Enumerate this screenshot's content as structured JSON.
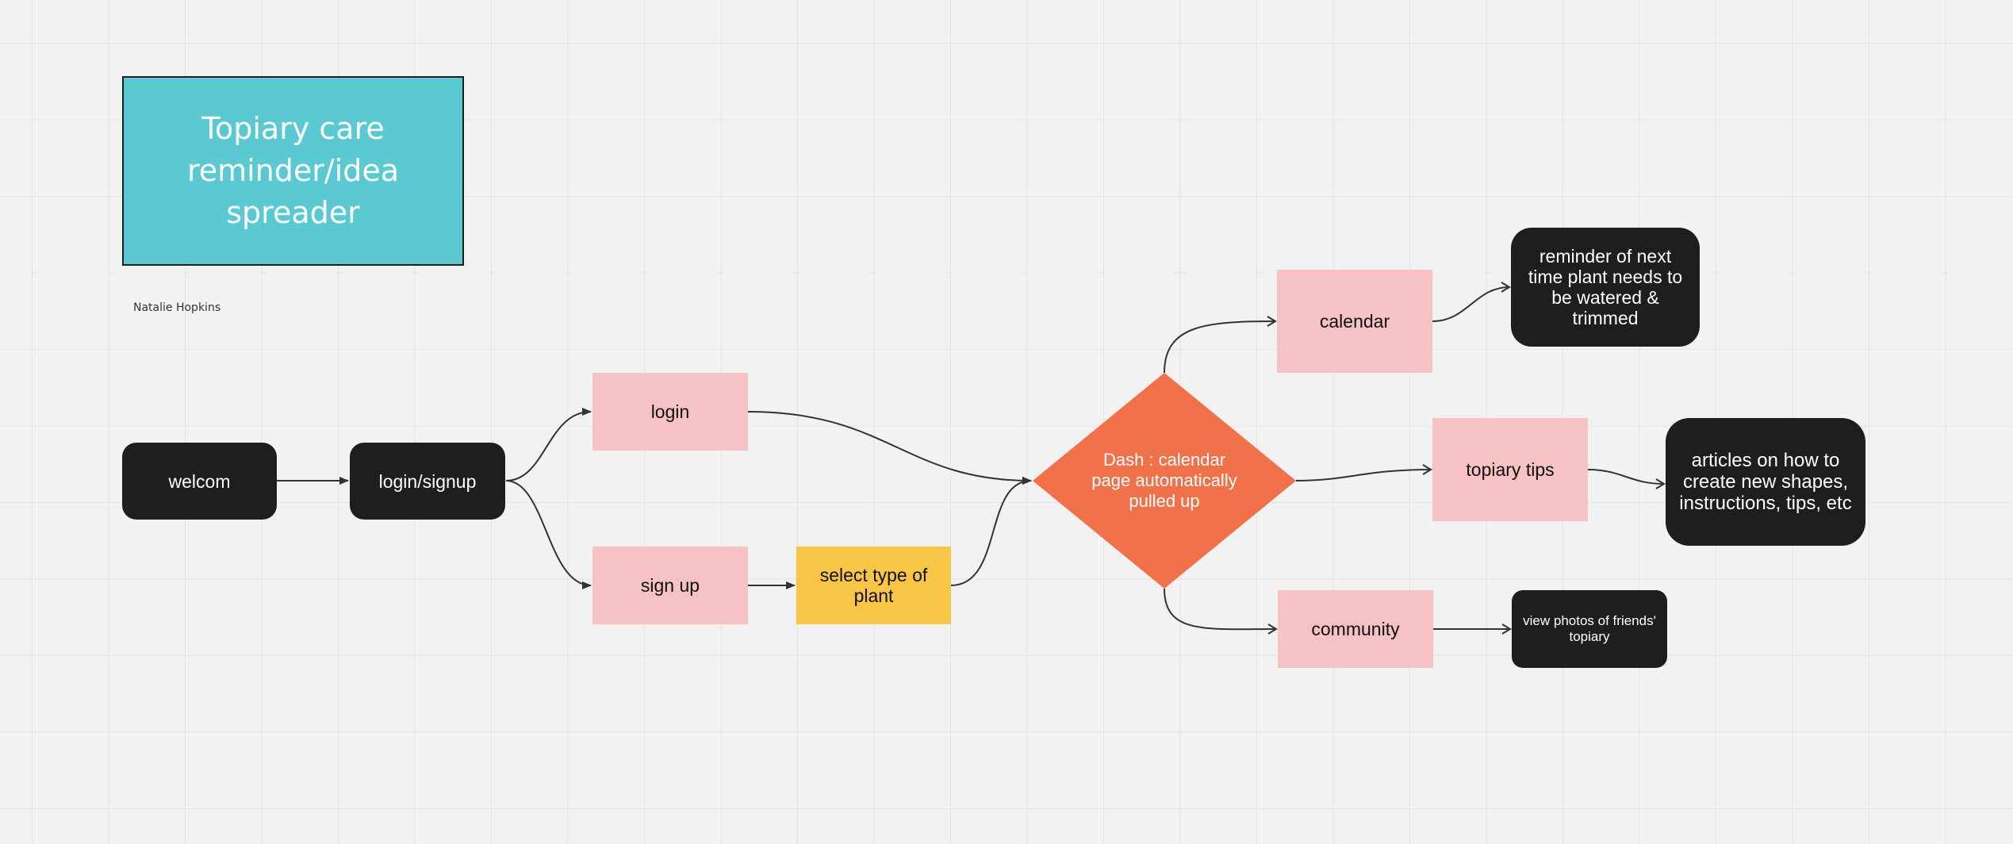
{
  "board": {
    "title": "Topiary care reminder/idea spreader",
    "author": "Natalie Hopkins"
  },
  "nodes": {
    "welcom": "welcom",
    "login_signup": "login/signup",
    "login": "login",
    "sign_up": "sign up",
    "select_plant": "select type of plant",
    "dash": "Dash : calendar page automatically pulled up",
    "calendar": "calendar",
    "topiary_tips": "topiary tips",
    "community": "community",
    "reminder": "reminder of next time plant needs to be watered & trimmed",
    "articles": "articles on how to create new shapes, instructions, tips, etc",
    "photos": "view photos of friends' topiary"
  },
  "colors": {
    "canvas": "#f2f2f2",
    "title_card": "#5ac9d2",
    "dark_node": "#1e1e1e",
    "pink_node": "#f7c2c3",
    "yellow_node": "#f8c546",
    "decision_node": "#f0714a",
    "connector": "#333333"
  },
  "edges": [
    {
      "from": "welcom",
      "to": "login/signup"
    },
    {
      "from": "login/signup",
      "to": "login"
    },
    {
      "from": "login/signup",
      "to": "sign up"
    },
    {
      "from": "sign up",
      "to": "select type of plant"
    },
    {
      "from": "login",
      "to": "Dash"
    },
    {
      "from": "select type of plant",
      "to": "Dash"
    },
    {
      "from": "Dash",
      "to": "calendar"
    },
    {
      "from": "Dash",
      "to": "topiary tips"
    },
    {
      "from": "Dash",
      "to": "community"
    },
    {
      "from": "calendar",
      "to": "reminder"
    },
    {
      "from": "topiary tips",
      "to": "articles"
    },
    {
      "from": "community",
      "to": "photos"
    }
  ]
}
